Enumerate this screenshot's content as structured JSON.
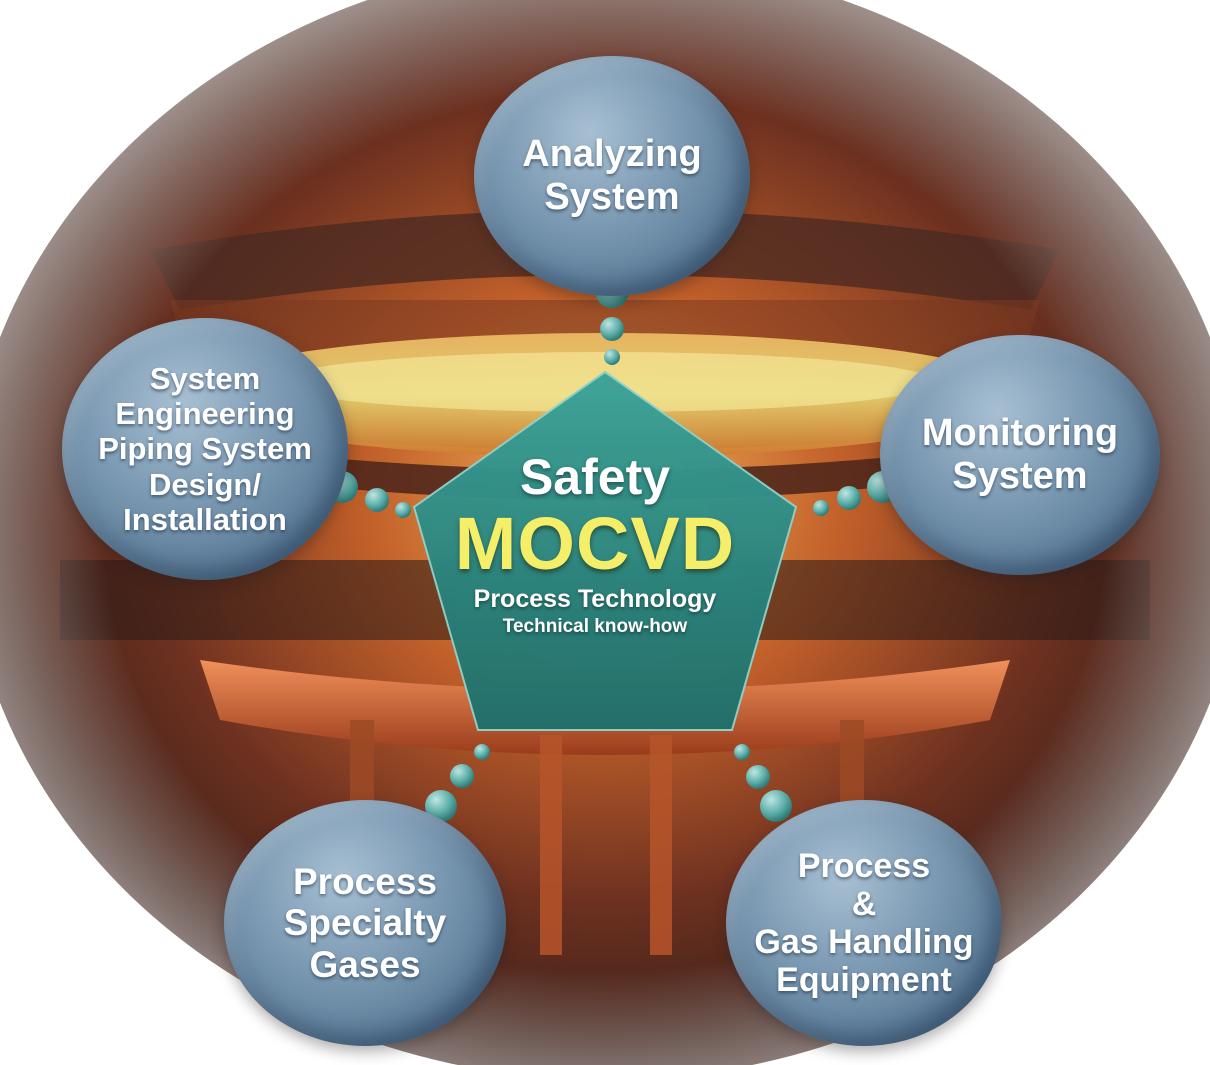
{
  "center": {
    "line1": "Safety",
    "line2": "MOCVD",
    "line3": "Process Technology",
    "line4": "Technical know-how"
  },
  "nodes": {
    "analyzing": {
      "lines": [
        "Analyzing",
        "System"
      ]
    },
    "monitoring": {
      "lines": [
        "Monitoring",
        "System"
      ]
    },
    "engineering": {
      "lines": [
        "System",
        "Engineering",
        "Piping System",
        "Design/",
        "Installation"
      ]
    },
    "gases": {
      "lines": [
        "Process",
        "Specialty",
        "Gases"
      ]
    },
    "equipment": {
      "lines": [
        "Process",
        "&",
        "Gas Handling",
        "Equipment"
      ]
    }
  },
  "colors": {
    "pentagon": "#2e8b84",
    "highlight_text": "#f4ee69",
    "node": "#6d8ca7",
    "connector": "#5fb0ac"
  }
}
